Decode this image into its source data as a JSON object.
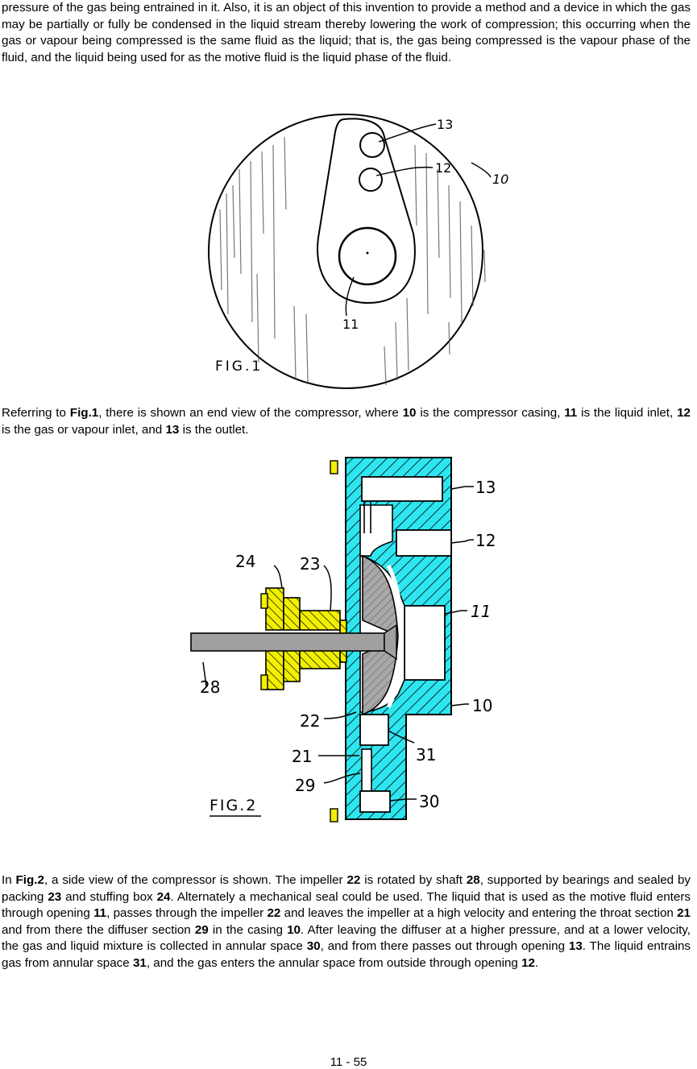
{
  "paragraphs": {
    "intro": "pressure of the gas being entrained in it. Also, it is an object of this invention to provide a method and a device in which the gas may be partially or fully be condensed in the liquid stream thereby lowering the work of compression; this occurring when the gas or vapour being compressed is the same fluid as the liquid; that is, the gas being compressed is the vapour phase of the fluid, and the liquid being used for as the motive fluid is the liquid phase of the fluid.",
    "fig1": [
      {
        "t": "Referring to ",
        "b": false
      },
      {
        "t": "Fig.1",
        "b": true
      },
      {
        "t": ", there is shown an end view of the compressor, where ",
        "b": false
      },
      {
        "t": "10",
        "b": true
      },
      {
        "t": " is the compressor casing, ",
        "b": false
      },
      {
        "t": "11",
        "b": true
      },
      {
        "t": " is the liquid inlet, ",
        "b": false
      },
      {
        "t": "12",
        "b": true
      },
      {
        "t": " is the gas or vapour inlet, and ",
        "b": false
      },
      {
        "t": "13",
        "b": true
      },
      {
        "t": " is the outlet.",
        "b": false
      }
    ],
    "fig2": [
      {
        "t": "In ",
        "b": false
      },
      {
        "t": "Fig.2",
        "b": true
      },
      {
        "t": ", a side view of the compressor is shown.  The impeller ",
        "b": false
      },
      {
        "t": "22",
        "b": true
      },
      {
        "t": " is rotated by shaft ",
        "b": false
      },
      {
        "t": "28",
        "b": true
      },
      {
        "t": ", supported by bearings and sealed by packing ",
        "b": false
      },
      {
        "t": "23",
        "b": true
      },
      {
        "t": " and stuffing box ",
        "b": false
      },
      {
        "t": "24",
        "b": true
      },
      {
        "t": ".  Alternately a mechanical seal could be used.  The liquid that is used as the motive fluid enters through opening ",
        "b": false
      },
      {
        "t": "11",
        "b": true
      },
      {
        "t": ", passes through the impeller ",
        "b": false
      },
      {
        "t": "22",
        "b": true
      },
      {
        "t": " and leaves the impeller at a high velocity and entering the throat section ",
        "b": false
      },
      {
        "t": "21",
        "b": true
      },
      {
        "t": " and from there the diffuser section ",
        "b": false
      },
      {
        "t": "29",
        "b": true
      },
      {
        "t": " in the casing ",
        "b": false
      },
      {
        "t": "10",
        "b": true
      },
      {
        "t": ".  After leaving the diffuser at a higher pressure, and at a lower velocity, the gas and liquid mixture is collected in annular space ",
        "b": false
      },
      {
        "t": "30",
        "b": true
      },
      {
        "t": ", and from there passes out through opening ",
        "b": false
      },
      {
        "t": "13",
        "b": true
      },
      {
        "t": ".  The liquid entrains gas from annular space ",
        "b": false
      },
      {
        "t": "31",
        "b": true
      },
      {
        "t": ", and the gas enters the annular space from outside through opening ",
        "b": false
      },
      {
        "t": "12",
        "b": true
      },
      {
        "t": ".",
        "b": false
      }
    ]
  },
  "figure1": {
    "caption": "FIG.1",
    "labels": {
      "l13": "13",
      "l12": "12",
      "l10": "10",
      "l11": "11"
    }
  },
  "figure2": {
    "caption": "FIG.2",
    "labels": {
      "l13": "13",
      "l12": "12",
      "l11": "11",
      "l10": "10",
      "l24": "24",
      "l23": "23",
      "l28": "28",
      "l22": "22",
      "l21": "21",
      "l31": "31",
      "l29": "29",
      "l30": "30"
    }
  },
  "colors": {
    "casing": "#2ee6f0",
    "packing": "#f2f000",
    "impeller": "#a8a8a8",
    "shaft": "#a0a0a0"
  },
  "page_number": "11 - 55"
}
